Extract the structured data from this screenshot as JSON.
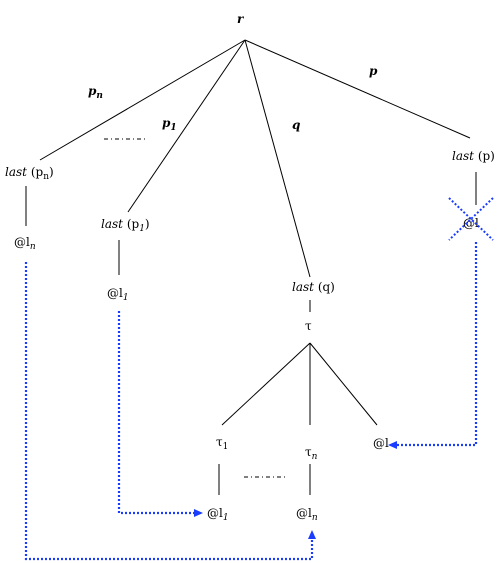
{
  "root": {
    "label": "r"
  },
  "edges": {
    "pn": {
      "label": "p",
      "sub": "n"
    },
    "p1": {
      "label": "p",
      "sub": "1"
    },
    "q": {
      "label": "q"
    },
    "p": {
      "label": "p"
    }
  },
  "last_nodes": {
    "pn": {
      "word": "last",
      "arg": "(p",
      "arg_sub": "n",
      "close": ")"
    },
    "p1": {
      "word": "last",
      "arg": "(p",
      "arg_sub": "1",
      "close": ")"
    },
    "q": {
      "word": "last",
      "arg": "(q)"
    },
    "p": {
      "word": "last",
      "arg": "(p)"
    }
  },
  "at_nodes": {
    "ln": {
      "text": "@l",
      "sub": "n"
    },
    "l1": {
      "text": "@l",
      "sub": "1"
    },
    "l_crossed": {
      "text": "@l"
    },
    "l_bottom1": {
      "text": "@l",
      "sub": "1"
    },
    "l_bottomn": {
      "text": "@l",
      "sub": "n"
    },
    "l_right": {
      "text": "@l"
    }
  },
  "tau": {
    "root": "τ",
    "t1": {
      "text": "τ",
      "sub": "1"
    },
    "tn": {
      "text": "τ",
      "sub": "n"
    }
  },
  "colors": {
    "link": "#1a3cff",
    "edge": "#000000"
  }
}
